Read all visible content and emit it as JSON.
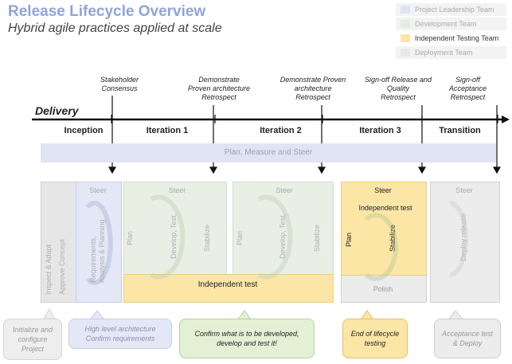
{
  "header": {
    "title": "Release Lifecycle Overview",
    "subtitle": "Hybrid agile practices applied at scale"
  },
  "legend": [
    {
      "label": "Project Leadership Team",
      "color": "#dfe4f4",
      "active": false
    },
    {
      "label": "Development Team",
      "color": "#e6ede0",
      "active": false
    },
    {
      "label": "Independent Testing Team",
      "color": "#fbe6a6",
      "active": true
    },
    {
      "label": "Deployment Team",
      "color": "#e8e8e8",
      "active": false
    }
  ],
  "timeline": {
    "label": "Delivery",
    "milestones": [
      "Stakeholder\nConsensus",
      "Demonstrate\nProven architecture\nRetrospect",
      "Demonstrate Proven\narchitecture\nRetrospect",
      "Sign-off Release and\nQuality\nRetrospect",
      "Sign-off\nAcceptance\nRetrospect"
    ],
    "phases": [
      "Inception",
      "Iteration 1",
      "Iteration 2",
      "Iteration 3",
      "Transition"
    ]
  },
  "plan_measure_steer": "Plan, Measure and Steer",
  "inception": {
    "steer": "Steer",
    "col1": "Inspect & Adapt",
    "col2": "Approve Concept",
    "col3": "Requirements,\nAnalysis & Planning"
  },
  "iteration": {
    "steer": "Steer",
    "plan": "Plan",
    "develop": "Develop, Test,",
    "stabilize": "Stabilize"
  },
  "independent_test": "Independent test",
  "iteration3": {
    "steer": "Steer",
    "independent_test": "Independent test",
    "plan": "Plan",
    "stabilize": "Stabilize",
    "polish": "Polish"
  },
  "transition": {
    "steer": "Steer",
    "deploy": "Deploy release"
  },
  "callouts": [
    "Initialize and\nconfigure\nProject",
    "High level architecture\nConfirm requirements",
    "Confirm what is to be developed,\ndevelop and test it!",
    "End of lifecycle\ntesting",
    "Acceptance test\n& Deploy"
  ]
}
